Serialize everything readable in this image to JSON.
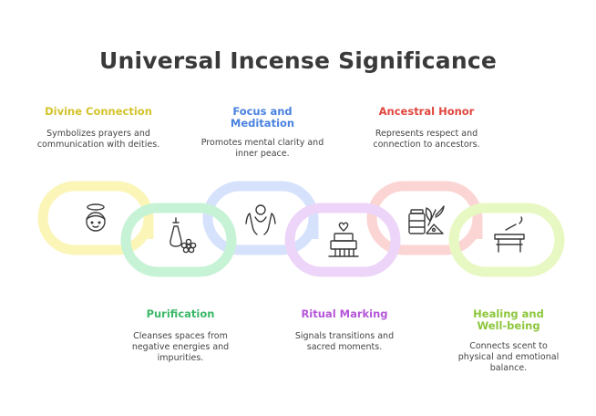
{
  "title": "Universal Incense Significance",
  "items": [
    {
      "heading": "Divine Connection",
      "description": "Symbolizes prayers and communication with deities.",
      "color": "#d4c22a",
      "ring": "#fbf5b8",
      "icon": "halo-face-icon"
    },
    {
      "heading": "Purification",
      "description": "Cleanses spaces from negative energies and impurities.",
      "color": "#3ab868",
      "ring": "#c6f2d6",
      "icon": "incense-bag-flower-icon"
    },
    {
      "heading": "Focus and Meditation",
      "description": "Promotes mental clarity and inner peace.",
      "color": "#4a82e0",
      "ring": "#d6e2fb",
      "icon": "meditation-hands-icon"
    },
    {
      "heading": "Ritual Marking",
      "description": "Signals transitions and sacred moments.",
      "color": "#b456d8",
      "ring": "#ecd5f8",
      "icon": "altar-cake-icon"
    },
    {
      "heading": "Ancestral Honor",
      "description": "Represents respect and connection to ancestors.",
      "color": "#e0463e",
      "ring": "#fbd5d3",
      "icon": "offering-jar-plant-icon"
    },
    {
      "heading": "Healing and Well-being",
      "description": "Connects scent to physical and emotional balance.",
      "color": "#8cc63c",
      "ring": "#e8f8c2",
      "icon": "massage-table-icon"
    }
  ]
}
